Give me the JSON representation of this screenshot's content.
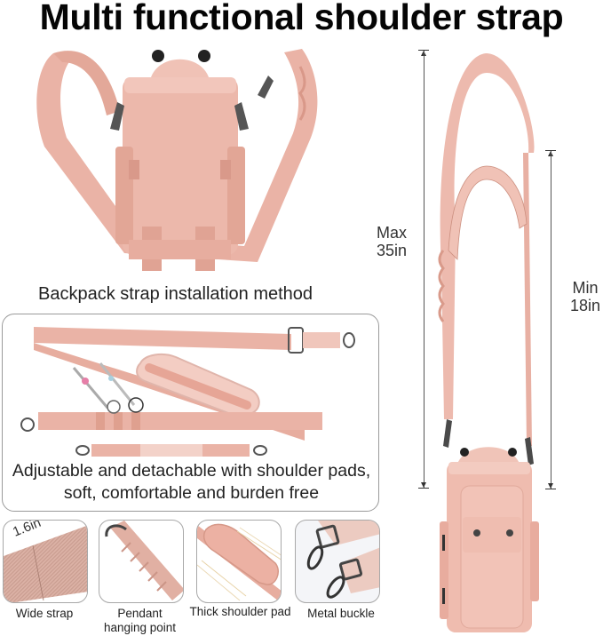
{
  "title": "Multi functional shoulder strap",
  "install_section": {
    "label": "Backpack strap installation method",
    "image": "pink-bottle-bag-with-backpack-strap-photo"
  },
  "detach_section": {
    "caption_line1": "Adjustable and detachable with shoulder pads,",
    "caption_line2": "soft, comfortable and burden free",
    "image": "detached-strap-set-photo"
  },
  "features": [
    {
      "label_line1": "Wide strap",
      "label_line2": "",
      "overlay_text": "1.6in",
      "image": "wide-strap-closeup"
    },
    {
      "label_line1": "Pendant",
      "label_line2": "hanging point",
      "overlay_text": "",
      "image": "pendant-loop-closeup"
    },
    {
      "label_line1": "Thick shoulder pad",
      "label_line2": "",
      "overlay_text": "",
      "image": "shoulder-pad-closeup"
    },
    {
      "label_line1": "Metal buckle",
      "label_line2": "",
      "overlay_text": "",
      "image": "metal-buckle-closeup"
    }
  ],
  "dimensions": {
    "max": {
      "label_line1": "Max",
      "label_line2": "35in"
    },
    "min": {
      "label_line1": "Min",
      "label_line2": "18in"
    }
  },
  "colors": {
    "product_pink": "#e9b1a4",
    "product_pink_light": "#f2c9bf",
    "product_pink_dark": "#d49a8c",
    "hardware": "#4a4a4a",
    "border": "#9a9a9a"
  }
}
